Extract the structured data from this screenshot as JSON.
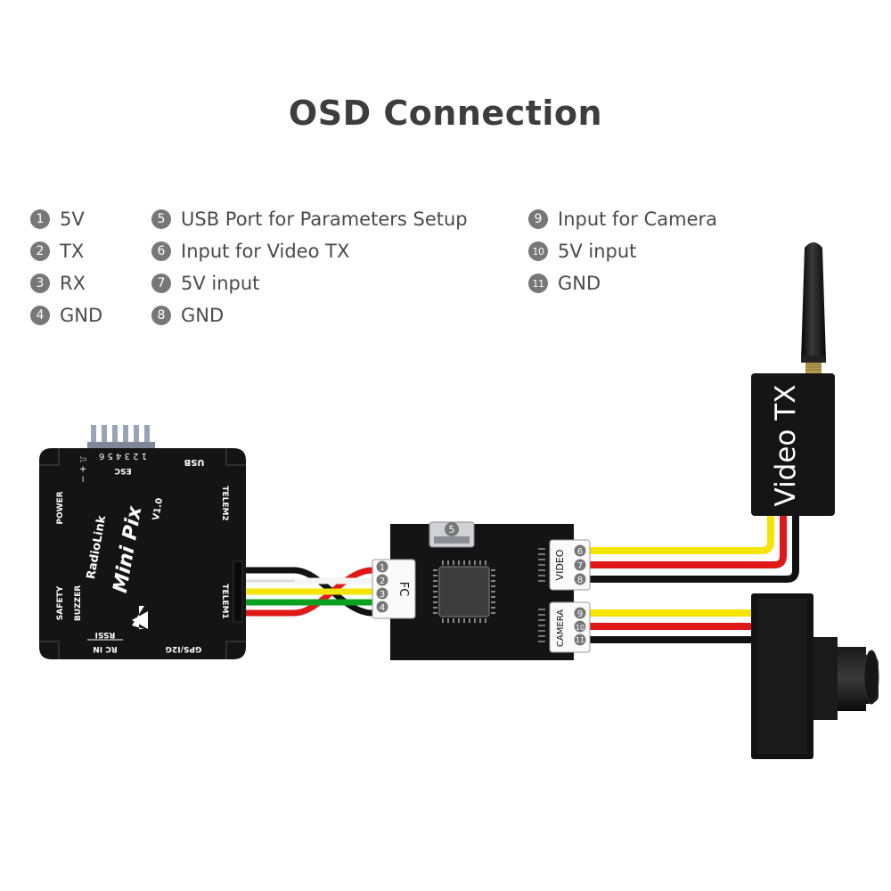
{
  "title": "OSD Connection",
  "legend": [
    {
      "num": "1",
      "label": "5V"
    },
    {
      "num": "2",
      "label": "TX"
    },
    {
      "num": "3",
      "label": "RX"
    },
    {
      "num": "4",
      "label": "GND"
    },
    {
      "num": "5",
      "label": "USB Port for Parameters Setup"
    },
    {
      "num": "6",
      "label": "Input for Video TX"
    },
    {
      "num": "7",
      "label": "5V input"
    },
    {
      "num": "8",
      "label": "GND"
    },
    {
      "num": "9",
      "label": "Input for Camera"
    },
    {
      "num": "10",
      "label": "5V input"
    },
    {
      "num": "11",
      "label": "GND"
    }
  ],
  "flight_controller": {
    "brand": "RadioLink",
    "model": "Mini Pix",
    "version": "V1.0",
    "pin_numbers": "1 2 3 4 5 6",
    "esc_label": "ESC",
    "signal_symbols": "⎍ + −",
    "usb_label": "USB",
    "telem2_label": "TELEM2",
    "telem1_label": "TELEM1",
    "power_label": "POWER",
    "safety_label": "SAFETY",
    "buzzer_label": "BUZZER",
    "rssi_label": "RSSI",
    "rcin_label": "RC IN",
    "gps_label": "GPS/I2G"
  },
  "osd_board": {
    "fc_label": "FC",
    "video_label": "VIDEO",
    "camera_label": "CAMERA",
    "fc_pins": [
      "1",
      "2",
      "3",
      "4"
    ],
    "usb_pin": "5",
    "video_pins": [
      "6",
      "7",
      "8"
    ],
    "camera_pins": [
      "9",
      "10",
      "11"
    ]
  },
  "video_tx": {
    "label": "Video TX"
  },
  "colors": {
    "wire_red": "#e01818",
    "wire_yellow": "#f5e400",
    "wire_green": "#0aa020",
    "wire_black": "#111111",
    "wire_white": "#f4f4f4",
    "board": "#141414",
    "pin_badge": "#777777"
  }
}
